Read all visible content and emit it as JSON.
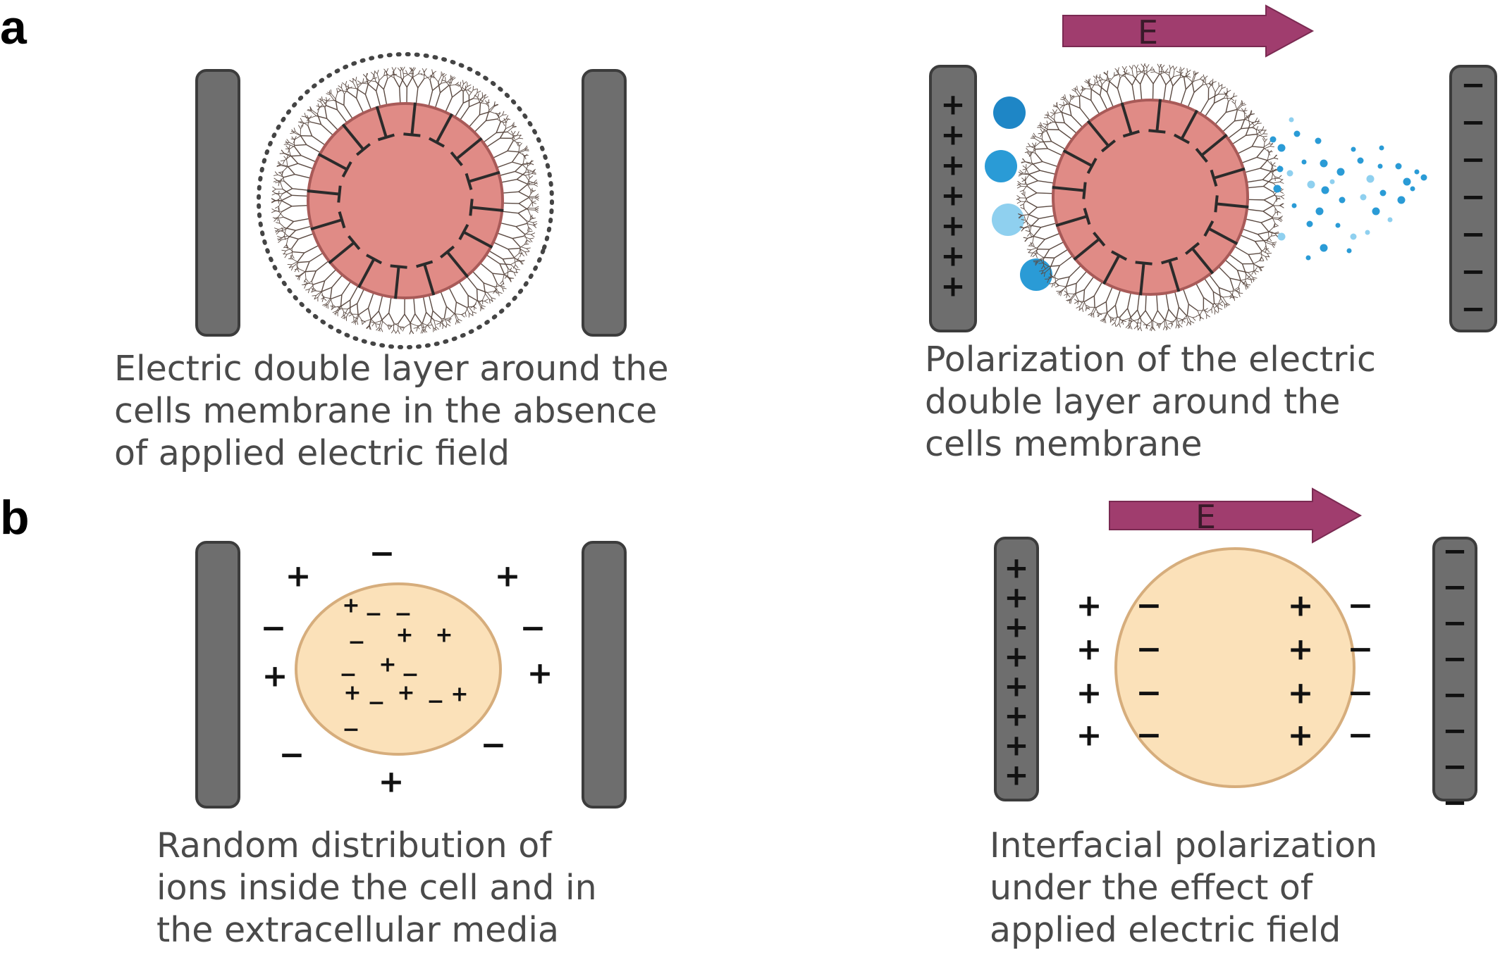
{
  "figure": {
    "panel_a": {
      "letter": "a",
      "left": {
        "caption": [
          "Electric double layer around the",
          "cells membrane in the absence",
          "of applied electric field"
        ]
      },
      "right": {
        "arrow_label": "E",
        "left_plate_signs": [
          "+",
          "+",
          "+",
          "+",
          "+",
          "+",
          "+"
        ],
        "right_plate_signs": [
          "−",
          "−",
          "−",
          "−",
          "−",
          "−",
          "−"
        ],
        "caption": [
          "Polarization of the electric",
          "double layer around the",
          "cells membrane"
        ]
      }
    },
    "panel_b": {
      "letter": "b",
      "left": {
        "outside_charges": [
          "−",
          "+",
          "+",
          "−",
          "−",
          "+",
          "+",
          "−",
          "−",
          "+"
        ],
        "inside_charges": [
          "+",
          "−",
          "−",
          "−",
          "+",
          "+",
          "−",
          "+",
          "−",
          "+",
          "−",
          "+",
          "−",
          "+",
          "−"
        ],
        "caption": [
          "Random distribution of",
          "ions inside the cell and in",
          "the extracellular media"
        ]
      },
      "right": {
        "arrow_label": "E",
        "left_plate_signs": [
          "+",
          "+",
          "+",
          "+",
          "+",
          "+",
          "+",
          "+"
        ],
        "right_plate_signs": [
          "−",
          "−",
          "−",
          "−",
          "−",
          "−",
          "−",
          "−"
        ],
        "column_charges": [
          [
            "+",
            "+",
            "+",
            "+"
          ],
          [
            "−",
            "−",
            "−",
            "−"
          ],
          [
            "+",
            "+",
            "+",
            "+"
          ],
          [
            "−",
            "−",
            "−",
            "−"
          ]
        ],
        "caption": [
          "Interfacial polarization",
          "under the effect of",
          "applied electric field"
        ]
      }
    }
  },
  "colors": {
    "plate": "#6e6e6e",
    "plate_stroke": "#3c3c3c",
    "cell_red": "#e08b86",
    "cell_red_stroke": "#a85a58",
    "cell_tan": "#fbe1b9",
    "cell_tan_stroke": "#d6ad7c",
    "arrow": "#a03d6e",
    "ion_blue": "#2a9bd6",
    "ion_light": "#8fd0ef",
    "branch": "#5b4a42"
  }
}
